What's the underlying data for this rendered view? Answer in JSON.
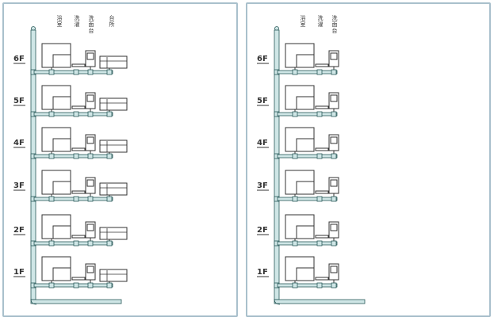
{
  "fixture_labels": [
    "浴室",
    "洗濯",
    "洗面台",
    "台所"
  ],
  "floors": [
    "6F",
    "5F",
    "4F",
    "3F",
    "2F",
    "1F"
  ],
  "colors": {
    "pipe_fill": "#cfe6e6",
    "pipe_stroke": "#2a5a5a",
    "fixture_stroke": "#333333",
    "border": "#a9c0cc"
  },
  "panels": [
    {
      "id": "left",
      "fixtures": [
        "bath",
        "washer",
        "basin",
        "kitchen"
      ]
    },
    {
      "id": "right",
      "fixtures": [
        "bath",
        "washer",
        "basin"
      ]
    }
  ]
}
